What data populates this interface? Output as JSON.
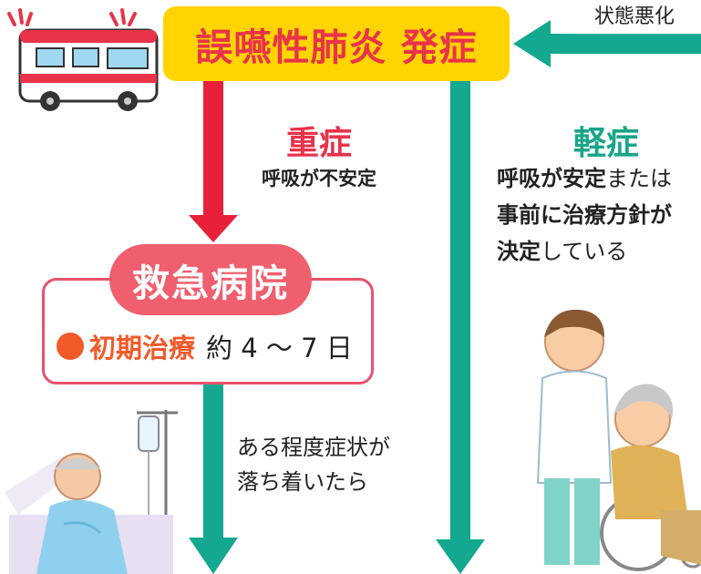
{
  "header": {
    "title": "誤嚥性肺炎 発症",
    "deterioration": "状態悪化"
  },
  "severe": {
    "title": "重症",
    "condition": "呼吸が不安定"
  },
  "mild": {
    "title": "軽症",
    "line1_bold": "呼吸が安定",
    "line1_rest": "または",
    "line2_bold": "事前に治療方針が",
    "line3_bold": "決定",
    "line3_rest": "している"
  },
  "hospital": {
    "name": "救急病院",
    "treatment_label": "初期治療",
    "treatment_duration": "約 4 ～ 7 日"
  },
  "after": {
    "line1": "ある程度症状が",
    "line2": "落ち着いたら"
  },
  "colors": {
    "banner_fill": "#ffd400",
    "banner_text": "#e8334a",
    "severe": "#e8334a",
    "mild": "#1aa58a",
    "arrow_severe": "#e8203a",
    "arrow_teal": "#13a88f",
    "treatment": "#f15a29",
    "hospital": "#ef5f6e"
  },
  "icons": [
    "ambulance-icon",
    "hospital-bed-patient-icon",
    "caregiver-wheelchair-icon"
  ]
}
